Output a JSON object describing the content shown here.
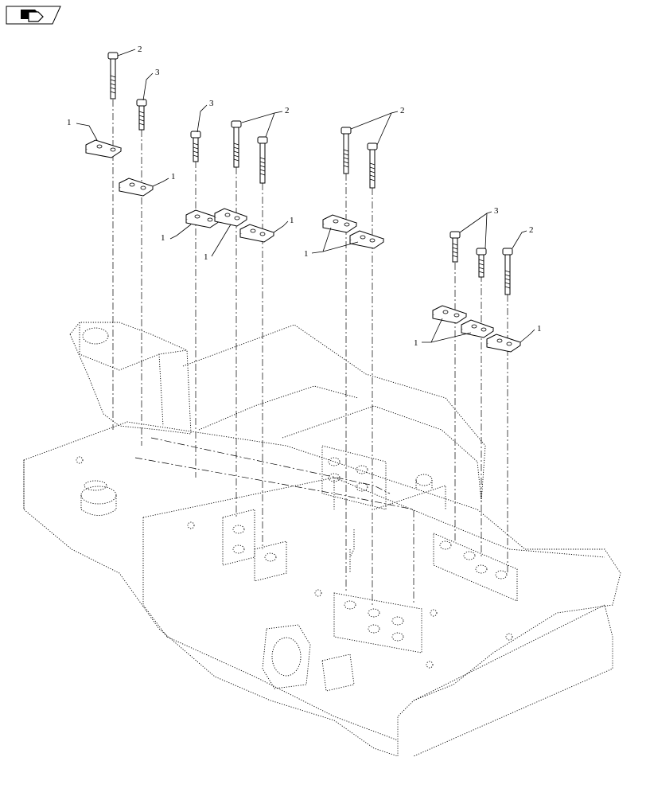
{
  "diagram": {
    "nav_icon": "arrow-icon",
    "callouts": {
      "c2a": "2",
      "c3a": "3",
      "c1a": "1",
      "c1b": "1",
      "c3b": "3",
      "c2b": "2",
      "c1c": "1",
      "c1d": "1",
      "c1e": "1",
      "c2c": "2",
      "c1f": "1",
      "c3c": "3",
      "c2d": "2",
      "c1g": "1",
      "c1h": "1"
    }
  }
}
